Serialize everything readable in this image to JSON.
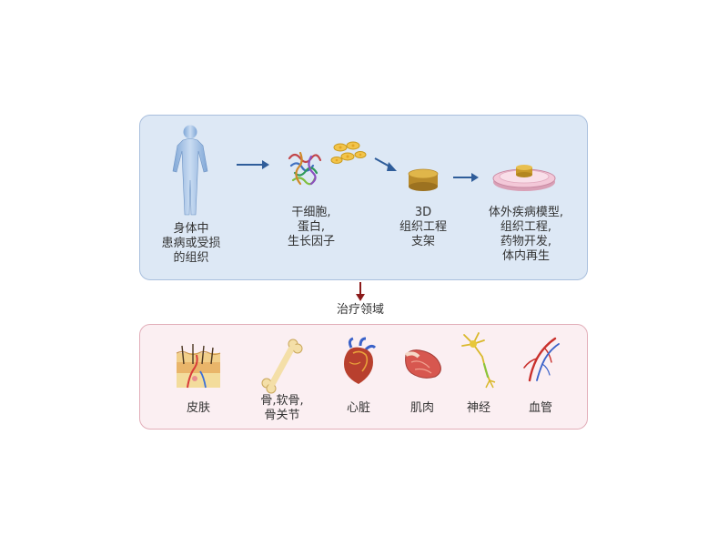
{
  "top_flow": {
    "steps": [
      {
        "lines": [
          "身体中",
          "患病或受损",
          "的组织"
        ],
        "icon": "human-body-icon"
      },
      {
        "lines": [
          "干细胞,",
          "蛋白,",
          "生长因子"
        ],
        "icon": "stem-cells-proteins-icon"
      },
      {
        "lines": [
          "3D",
          "组织工程",
          "支架"
        ],
        "icon": "scaffold-icon"
      },
      {
        "lines": [
          "体外疾病模型,",
          "组织工程,",
          "药物开发,",
          "体内再生"
        ],
        "icon": "petri-dish-icon"
      }
    ]
  },
  "connector_label": "治疗领域",
  "therapy_areas": [
    {
      "lines": [
        "皮肤"
      ],
      "icon": "skin-icon"
    },
    {
      "lines": [
        "骨,软骨,",
        "骨关节"
      ],
      "icon": "bone-icon"
    },
    {
      "lines": [
        "心脏"
      ],
      "icon": "heart-icon"
    },
    {
      "lines": [
        "肌肉"
      ],
      "icon": "muscle-icon"
    },
    {
      "lines": [
        "神经"
      ],
      "icon": "neuron-icon"
    },
    {
      "lines": [
        "血管"
      ],
      "icon": "blood-vessel-icon"
    }
  ],
  "colors": {
    "top_panel_bg": "#dde8f5",
    "bottom_panel_bg": "#fbeff2",
    "arrow_blue": "#2f5d9a",
    "arrow_red": "#8b1a1a"
  }
}
